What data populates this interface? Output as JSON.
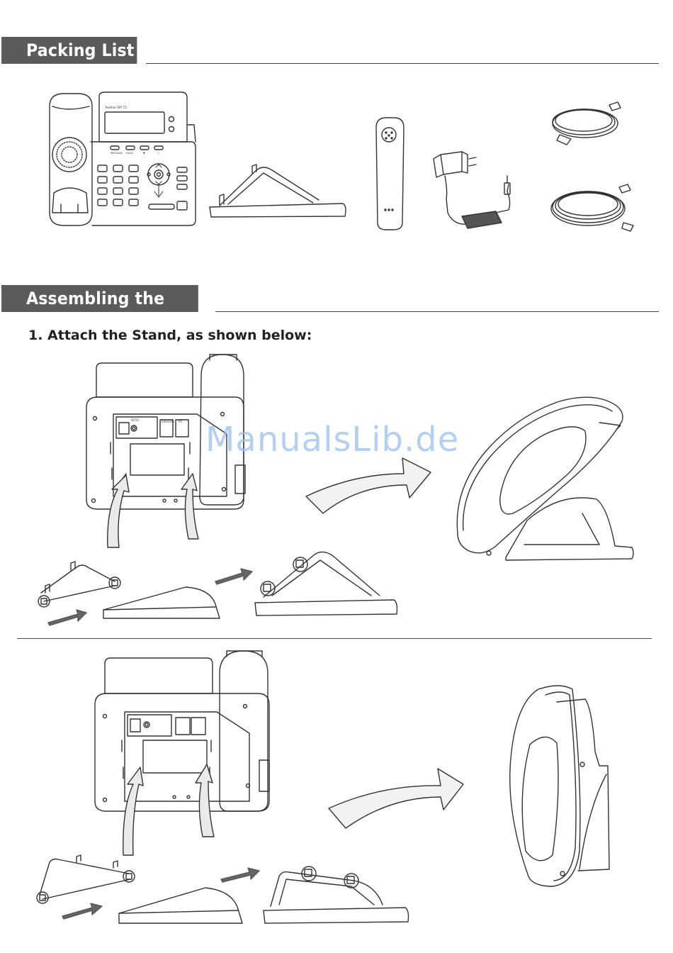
{
  "packing": {
    "title": "Packing List"
  },
  "assembling": {
    "title": "Assembling the Phone",
    "step1": "1. Attach the Stand, as shown  below:"
  },
  "phone_labels": {
    "brand": "Yealink SIP T2",
    "softkeys": [
      "MESSAGE",
      "HOLD",
      "▼",
      "▢"
    ],
    "back_ports": [
      "DC5V",
      "Internet",
      "PC"
    ]
  },
  "watermark": "ManualsLib.de",
  "colors": {
    "bar": "#5b5b5b",
    "watermark": "#9cc0ea",
    "line": "#333333"
  }
}
